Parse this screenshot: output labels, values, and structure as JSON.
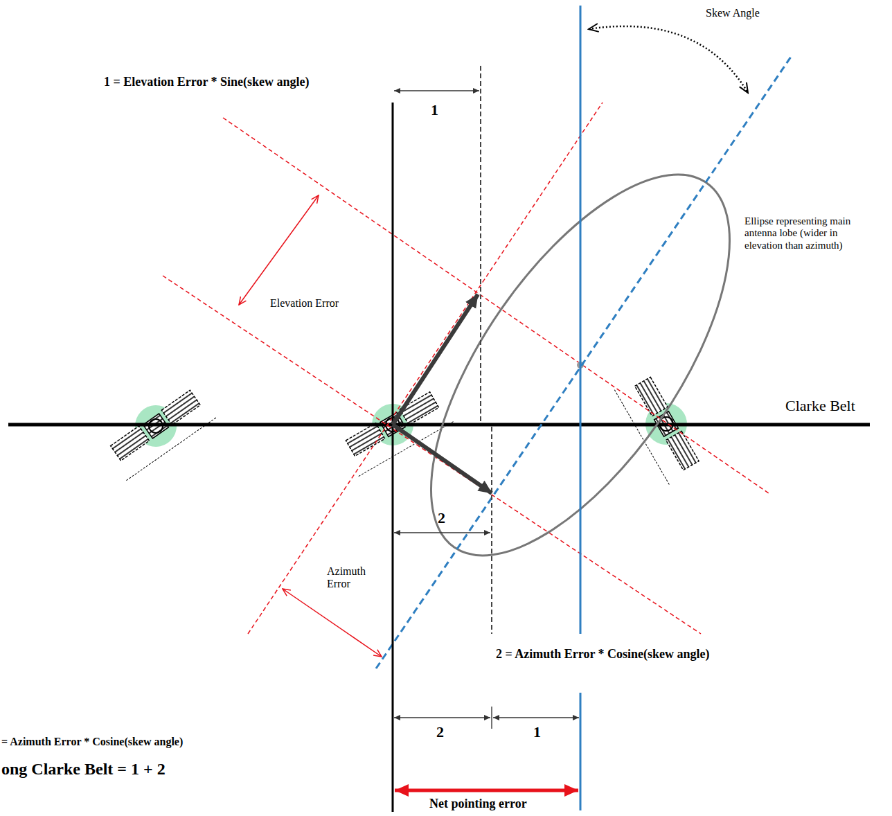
{
  "diagram": {
    "labels": [
      "Skew Angle",
      "1 = Elevation Error * Sine(skew angle)",
      "1",
      "Elevation Error",
      "Ellipse representing main antenna lobe (wider in elevation than azimuth)",
      "Clarke Belt",
      "Azimuth Error",
      "2",
      "2 = Azimuth Error * Cosine(skew angle)",
      "2",
      "1",
      "= Azimuth Error * Cosine(skew angle)",
      "ong Clarke Belt = 1 + 2",
      "Net pointing error"
    ]
  }
}
